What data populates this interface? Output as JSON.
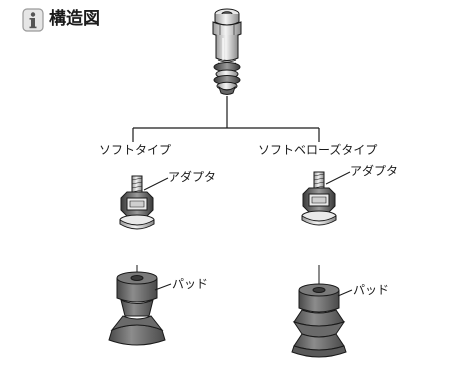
{
  "header": {
    "title": "構造図",
    "icon": "info-icon",
    "icon_color": "#e6e6e6"
  },
  "branches": {
    "left_label": "ソフトタイプ",
    "right_label": "ソフトベローズタイプ"
  },
  "callouts": {
    "left_adapter": "アダプタ",
    "right_adapter": "アダプタ",
    "left_pad": "パッド",
    "right_pad": "パッド"
  },
  "colors": {
    "pad_dark": "#5a5a5a",
    "pad_mid": "#8a8a8a",
    "metal_light": "#d8d8d8",
    "outline": "#1a1a1a"
  }
}
